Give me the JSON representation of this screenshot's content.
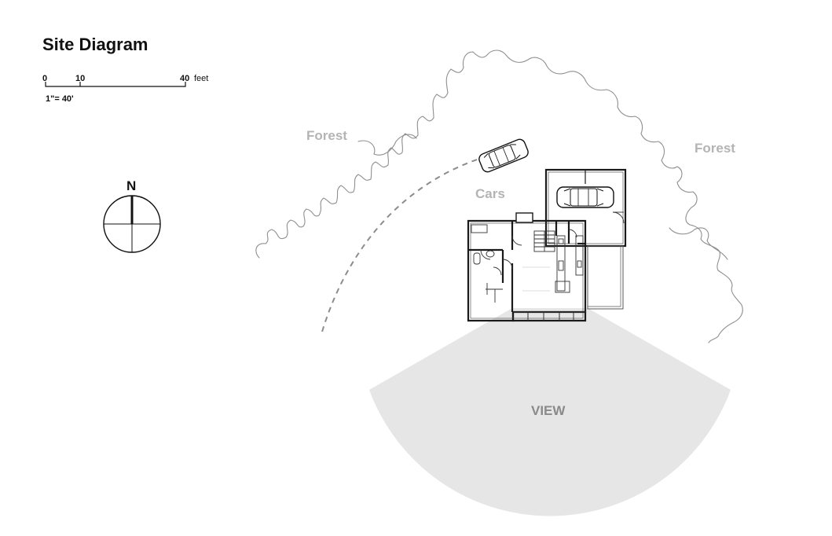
{
  "title": "Site Diagram",
  "scale_bar": {
    "tick_labels": [
      "0",
      "10",
      "40"
    ],
    "unit": "feet",
    "ratio": "1\"= 40'"
  },
  "compass": {
    "label": "N"
  },
  "labels": {
    "forest_left": "Forest",
    "forest_right": "Forest",
    "cars": "Cars",
    "view": "VIEW"
  },
  "colors": {
    "view_fan": "#e6e6e6",
    "muted_label": "#b4b4b4",
    "view_label": "#8a8a8a",
    "forest_edge": "#8f8f8f",
    "walls": "#1a1a1a"
  }
}
